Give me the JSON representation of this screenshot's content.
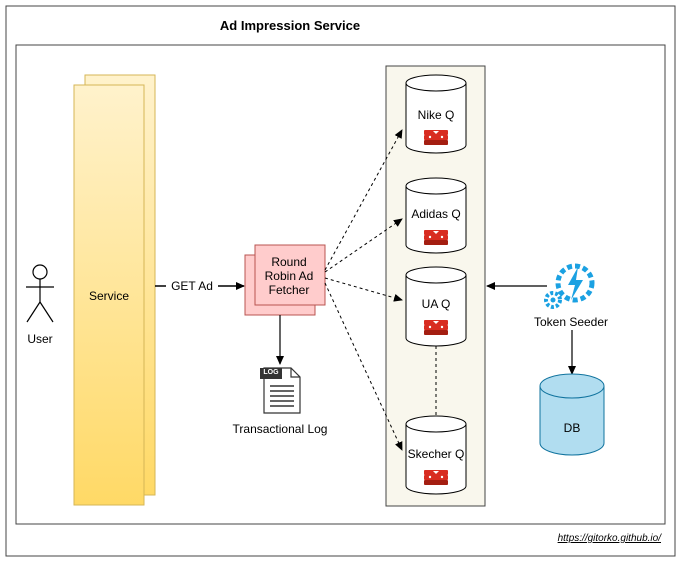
{
  "title": "Ad Impression Service",
  "footer": "https://gitorko.github.io/",
  "user": {
    "label": "User"
  },
  "service": {
    "label": "Service"
  },
  "edge_get_ad": "GET Ad",
  "fetcher": {
    "line1": "Round",
    "line2": "Robin Ad",
    "line3": "Fetcher"
  },
  "log": {
    "badge": "LOG",
    "label": "Transactional Log"
  },
  "queues": [
    {
      "label": "Nike Q"
    },
    {
      "label": "Adidas Q"
    },
    {
      "label": "UA Q"
    },
    {
      "label": "Skecher Q"
    }
  ],
  "token_seeder": {
    "label": "Token Seeder"
  },
  "db": {
    "label": "DB"
  },
  "colors": {
    "service_fill_top": "#fff2cc",
    "service_fill_bottom": "#ffd966",
    "service_stroke": "#d6b656",
    "fetcher_fill": "#ffcccc",
    "fetcher_stroke": "#b85450",
    "queue_panel_fill": "#f9f7ed",
    "db_fill": "#b1ddf0",
    "db_stroke": "#10739e",
    "redis_red": "#d82c20",
    "seeder_blue": "#1ba1e2"
  }
}
